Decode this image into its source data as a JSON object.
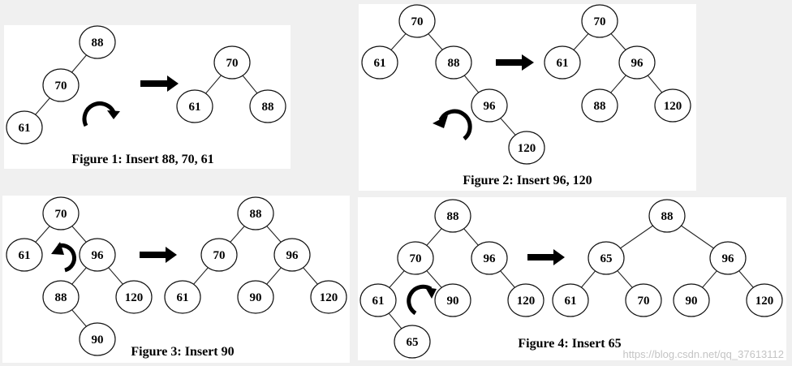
{
  "panels": [
    {
      "id": "fig1",
      "caption": "Figure 1: Insert 88, 70, 61",
      "before": {
        "nodes": [
          {
            "id": "a",
            "label": "88"
          },
          {
            "id": "b",
            "label": "70"
          },
          {
            "id": "c",
            "label": "61"
          }
        ],
        "edges": [
          [
            "a",
            "b"
          ],
          [
            "b",
            "c"
          ]
        ]
      },
      "after": {
        "nodes": [
          {
            "id": "a",
            "label": "70"
          },
          {
            "id": "b",
            "label": "61"
          },
          {
            "id": "c",
            "label": "88"
          }
        ],
        "edges": [
          [
            "a",
            "b"
          ],
          [
            "a",
            "c"
          ]
        ]
      },
      "rotation": "clockwise"
    },
    {
      "id": "fig2",
      "caption": "Figure 2: Insert 96, 120",
      "before": {
        "nodes": [
          {
            "id": "a",
            "label": "70"
          },
          {
            "id": "b",
            "label": "61"
          },
          {
            "id": "c",
            "label": "88"
          },
          {
            "id": "d",
            "label": "96"
          },
          {
            "id": "e",
            "label": "120"
          }
        ],
        "edges": [
          [
            "a",
            "b"
          ],
          [
            "a",
            "c"
          ],
          [
            "c",
            "d"
          ],
          [
            "d",
            "e"
          ]
        ]
      },
      "after": {
        "nodes": [
          {
            "id": "a",
            "label": "70"
          },
          {
            "id": "b",
            "label": "61"
          },
          {
            "id": "c",
            "label": "96"
          },
          {
            "id": "d",
            "label": "88"
          },
          {
            "id": "e",
            "label": "120"
          }
        ],
        "edges": [
          [
            "a",
            "b"
          ],
          [
            "a",
            "c"
          ],
          [
            "c",
            "d"
          ],
          [
            "c",
            "e"
          ]
        ]
      },
      "rotation": "counter-clockwise"
    },
    {
      "id": "fig3",
      "caption": "Figure 3: Insert 90",
      "before": {
        "nodes": [
          {
            "id": "a",
            "label": "70"
          },
          {
            "id": "b",
            "label": "61"
          },
          {
            "id": "c",
            "label": "96"
          },
          {
            "id": "d",
            "label": "88"
          },
          {
            "id": "e",
            "label": "120"
          },
          {
            "id": "f",
            "label": "90"
          }
        ],
        "edges": [
          [
            "a",
            "b"
          ],
          [
            "a",
            "c"
          ],
          [
            "c",
            "d"
          ],
          [
            "c",
            "e"
          ],
          [
            "d",
            "f"
          ]
        ]
      },
      "after": {
        "nodes": [
          {
            "id": "a",
            "label": "88"
          },
          {
            "id": "b",
            "label": "70"
          },
          {
            "id": "c",
            "label": "96"
          },
          {
            "id": "d",
            "label": "61"
          },
          {
            "id": "e",
            "label": "90"
          },
          {
            "id": "f",
            "label": "120"
          }
        ],
        "edges": [
          [
            "a",
            "b"
          ],
          [
            "a",
            "c"
          ],
          [
            "b",
            "d"
          ],
          [
            "c",
            "e"
          ],
          [
            "c",
            "f"
          ]
        ]
      },
      "rotation": "counter-clockwise"
    },
    {
      "id": "fig4",
      "caption": "Figure 4: Insert 65",
      "before": {
        "nodes": [
          {
            "id": "a",
            "label": "88"
          },
          {
            "id": "b",
            "label": "70"
          },
          {
            "id": "c",
            "label": "96"
          },
          {
            "id": "d",
            "label": "61"
          },
          {
            "id": "e",
            "label": "90"
          },
          {
            "id": "f",
            "label": "120"
          },
          {
            "id": "g",
            "label": "65"
          }
        ],
        "edges": [
          [
            "a",
            "b"
          ],
          [
            "a",
            "c"
          ],
          [
            "b",
            "d"
          ],
          [
            "b",
            "e"
          ],
          [
            "c",
            "f"
          ],
          [
            "d",
            "g"
          ]
        ]
      },
      "after": {
        "nodes": [
          {
            "id": "a",
            "label": "88"
          },
          {
            "id": "b",
            "label": "65"
          },
          {
            "id": "c",
            "label": "96"
          },
          {
            "id": "d",
            "label": "61"
          },
          {
            "id": "e",
            "label": "70"
          },
          {
            "id": "f",
            "label": "90"
          },
          {
            "id": "g",
            "label": "120"
          }
        ],
        "edges": [
          [
            "a",
            "b"
          ],
          [
            "a",
            "c"
          ],
          [
            "b",
            "d"
          ],
          [
            "b",
            "e"
          ],
          [
            "c",
            "f"
          ],
          [
            "c",
            "g"
          ]
        ]
      },
      "rotation": "clockwise"
    }
  ],
  "watermark": "https://blog.csdn.net/qq_37613112"
}
